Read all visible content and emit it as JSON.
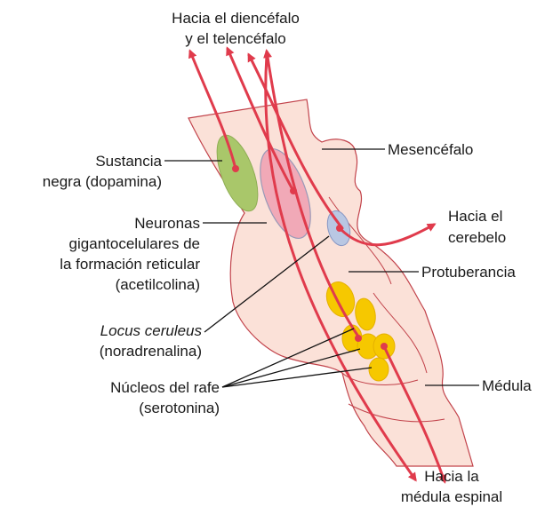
{
  "labels": {
    "top_line1": "Hacia el diencéfalo",
    "top_line2": "y el telencéfalo",
    "sustancia_line1": "Sustancia",
    "sustancia_line2": "negra (dopamina)",
    "neuronas_line1": "Neuronas",
    "neuronas_line2": "gigantocelulares de",
    "neuronas_line3": "la formación reticular",
    "neuronas_line4": "(acetilcolina)",
    "locus_line1": "Locus ceruleus",
    "locus_line2": "(noradrenalina)",
    "rafe_line1": "Núcleos del rafe",
    "rafe_line2": "(serotonina)",
    "mesencefalo": "Mesencéfalo",
    "cerebelo_line1": "Hacia el",
    "cerebelo_line2": "cerebelo",
    "protuberancia": "Protuberancia",
    "medula": "Médula",
    "bottom_line1": "Hacia la",
    "bottom_line2": "médula espinal"
  },
  "colors": {
    "brainstem_fill": "#fbe1d8",
    "brainstem_outline": "#c2434b",
    "arrow": "#e03b4c",
    "sustancia_negra": "#a9c76a",
    "gigantocelulares": "#f1a9b7",
    "locus_ceruleus": "#b9c7e3",
    "rafe": "#f6c800",
    "leader": "#111111"
  }
}
